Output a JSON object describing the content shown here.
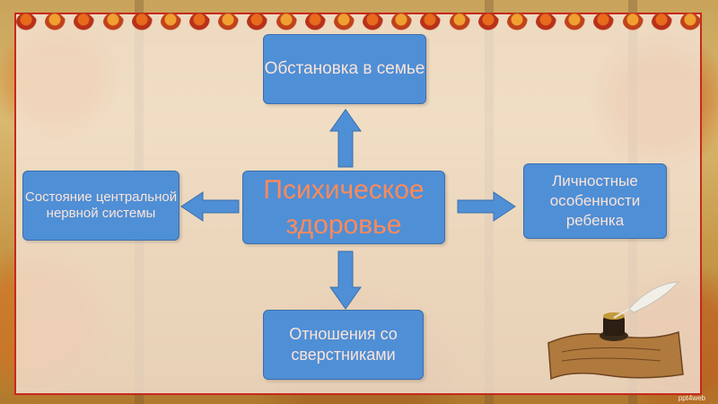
{
  "diagram": {
    "center": "Психическое здоровье",
    "top": "Обстановка в семье",
    "left": "Состояние центральной нервной системы",
    "right": "Личностные особенности ребенка",
    "bottom": "Отношения со сверстниками"
  },
  "colors": {
    "box_fill": "#4f8fd6",
    "box_text": "#fbe3d8",
    "center_text": "#ff8a5a",
    "arrow": "#4f8fd6",
    "frame": "#c8281c"
  },
  "decor": {
    "illustration": "quill-and-inkwell",
    "credit": "ppt4web"
  }
}
